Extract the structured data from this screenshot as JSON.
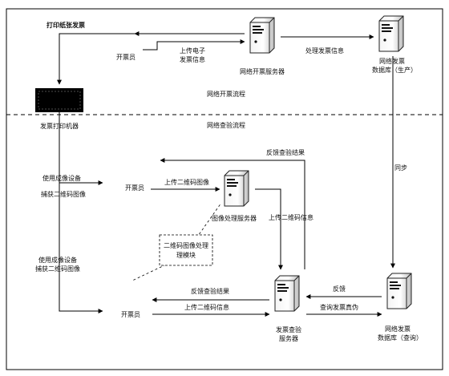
{
  "labels": {
    "print_paper_invoice": "打印纸张发票",
    "issuer_top": "开票员",
    "upload_electronic_1": "上传电子",
    "upload_electronic_2": "发票信息",
    "online_server": "网络开票服务器",
    "process_invoice_info": "处理发票信息",
    "db_prod_1": "网络发票",
    "db_prod_2": "数据库（生产）",
    "printer_label": "发票打印机器",
    "online_issuing_flow": "网络开票流程",
    "online_query_flow": "网络查验流程",
    "feedback_query_top": "反馈查验结果",
    "sync": "同步",
    "imaging_upper_1": "使用成像设备",
    "imaging_upper_2": "捕获二维码图像",
    "issuer_mid": "开票员",
    "upload_qr_image": "上传二维码图像",
    "image_server": "图像处理服务器",
    "upload_qr_info_mid": "上传二维码信息",
    "qr_module_1": "二维码图像处理",
    "qr_module_2": "理模块",
    "imaging_lower_1": "使用成像设备",
    "imaging_lower_2": "捕获二维码图像",
    "feedback_query_bottom": "反馈查验结果",
    "issuer_bottom": "开票员",
    "upload_qr_info_bottom": "上传二维码信息",
    "feedback": "反馈",
    "query_invoice_authenticity": "查询发票真伪",
    "query_server_1": "发票查验",
    "query_server_2": "服务器",
    "db_query_1": "网络发票",
    "db_query_2": "数据库（查询）"
  }
}
